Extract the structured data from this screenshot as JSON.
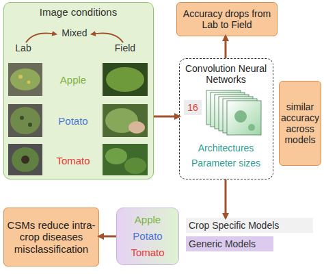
{
  "diagram": {
    "nodes": [
      {
        "text": [
          "Image conditions"
        ]
      },
      {
        "text": [
          "Accuracy drops from Lab to Field"
        ]
      },
      {
        "text": [
          "Convolution Neural Networks",
          "Architectures",
          "Parameter sizes"
        ]
      },
      {
        "text": [
          "16"
        ],
        "in": 2
      },
      {
        "text": [
          "similar accuracy across models"
        ]
      },
      {
        "text": [
          "Apple",
          "Potato",
          "Tomato"
        ]
      },
      {
        "text": [
          "Crop Specific Models"
        ]
      },
      {
        "text": [
          "Generic Models"
        ]
      },
      {
        "text": [
          "CSMs  reduce intra-crop diseases misclassification"
        ]
      }
    ],
    "edges": [
      {
        "from": 0,
        "to": 2,
        "arrow": "to"
      },
      {
        "from": 2,
        "to": 1,
        "arrow": "to"
      },
      {
        "from": 2,
        "to": 6,
        "arrow": "to"
      },
      {
        "from": 5,
        "to": 8,
        "arrow": "to"
      }
    ],
    "labels": [
      "Lab",
      "Mixed",
      "Field",
      "Apple",
      "Potato",
      "Tomato"
    ]
  }
}
